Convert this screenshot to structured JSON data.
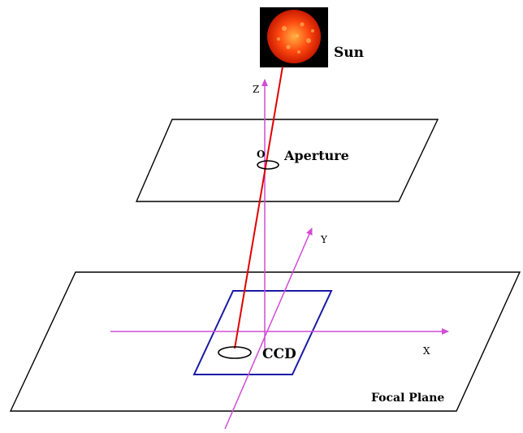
{
  "labels": {
    "sun": "Sun",
    "z_axis": "Z",
    "origin": "O",
    "aperture": "Aperture",
    "y_axis": "Y",
    "x_axis": "X",
    "ccd": "CCD",
    "focal_plane": "Focal Plane"
  },
  "colors": {
    "plane_outline": "#000000",
    "axis": "#d24bd6",
    "ray": "#e00000",
    "ccd_outline": "#1a1aa6",
    "sun_core": "#ffb040",
    "sun_mid": "#ff4a10",
    "sun_edge": "#c81a00",
    "sun_background": "#000000"
  },
  "icons": {
    "sun_image": "sun-photo-icon"
  }
}
